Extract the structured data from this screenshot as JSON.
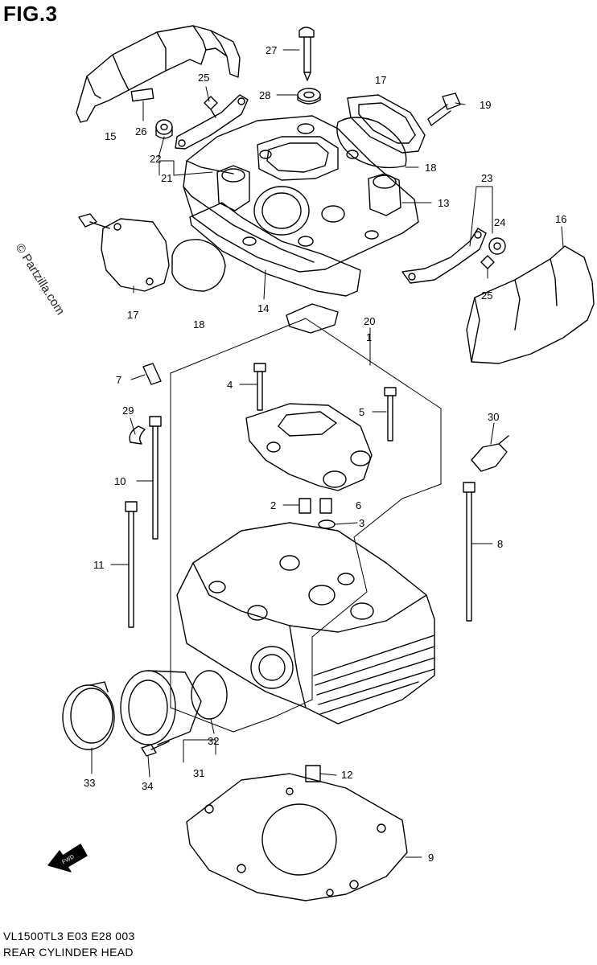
{
  "figure": {
    "title": "FIG.3",
    "watermark": "© Partzilla.com",
    "footer_model": "VL1500TL3  E03  E28  003",
    "footer_caption": "REAR CYLINDER HEAD"
  },
  "callouts": [
    {
      "key": "n27",
      "label": "27"
    },
    {
      "key": "n28",
      "label": "28"
    },
    {
      "key": "n17a",
      "label": "17"
    },
    {
      "key": "n19",
      "label": "19"
    },
    {
      "key": "n18a",
      "label": "18"
    },
    {
      "key": "n25a",
      "label": "25"
    },
    {
      "key": "n15",
      "label": "15"
    },
    {
      "key": "n26",
      "label": "26"
    },
    {
      "key": "n22",
      "label": "22"
    },
    {
      "key": "n21",
      "label": "21"
    },
    {
      "key": "n13",
      "label": "13"
    },
    {
      "key": "n23",
      "label": "23"
    },
    {
      "key": "n24",
      "label": "24"
    },
    {
      "key": "n16",
      "label": "16"
    },
    {
      "key": "n25b",
      "label": "25"
    },
    {
      "key": "n17b",
      "label": "17"
    },
    {
      "key": "n14",
      "label": "14"
    },
    {
      "key": "n18b",
      "label": "18"
    },
    {
      "key": "n20",
      "label": "20"
    },
    {
      "key": "n1",
      "label": "1"
    },
    {
      "key": "n4",
      "label": "4"
    },
    {
      "key": "n5",
      "label": "5"
    },
    {
      "key": "n7",
      "label": "7"
    },
    {
      "key": "n29",
      "label": "29"
    },
    {
      "key": "n30",
      "label": "30"
    },
    {
      "key": "n10",
      "label": "10"
    },
    {
      "key": "n2",
      "label": "2"
    },
    {
      "key": "n6",
      "label": "6"
    },
    {
      "key": "n3",
      "label": "3"
    },
    {
      "key": "n8",
      "label": "8"
    },
    {
      "key": "n11",
      "label": "11"
    },
    {
      "key": "n32",
      "label": "32"
    },
    {
      "key": "n33",
      "label": "33"
    },
    {
      "key": "n34",
      "label": "34"
    },
    {
      "key": "n31",
      "label": "31"
    },
    {
      "key": "n12",
      "label": "12"
    },
    {
      "key": "n9",
      "label": "9"
    }
  ],
  "icons": {
    "forward_arrow": "fwd-arrow-icon",
    "forward_text": "FWD"
  }
}
